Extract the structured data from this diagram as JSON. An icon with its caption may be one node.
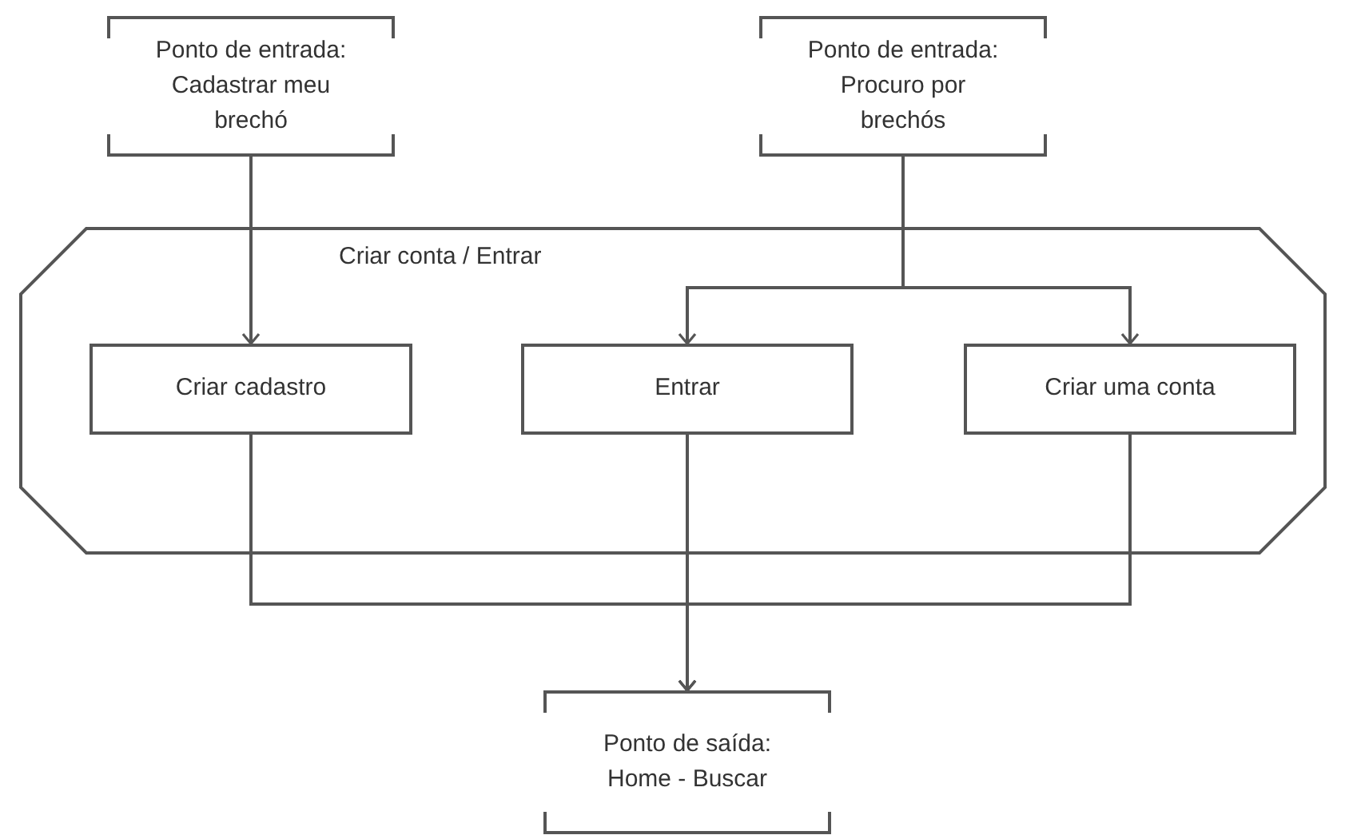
{
  "diagram": {
    "nodes": [
      {
        "text": [
          "Ponto de entrada: Cadastrar meu brechó"
        ]
      },
      {
        "text": [
          "Ponto de entrada: Procuro por brechós"
        ]
      },
      {
        "text": [
          "Criar conta / Entrar"
        ]
      },
      {
        "text": [
          "Criar cadastro"
        ],
        "in": 2
      },
      {
        "text": [
          "Entrar"
        ],
        "in": 2
      },
      {
        "text": [
          "Criar uma conta"
        ],
        "in": 2
      },
      {
        "text": [
          "Ponto de saída: Home - Buscar"
        ]
      }
    ],
    "edges": [
      {
        "from": 0,
        "to": 3,
        "arrow": "to"
      },
      {
        "from": 1,
        "to": 4,
        "arrow": "to"
      },
      {
        "from": 1,
        "to": 5,
        "arrow": "to"
      },
      {
        "from": 3,
        "to": 6,
        "arrow": "to"
      },
      {
        "from": 4,
        "to": 6,
        "arrow": "to"
      },
      {
        "from": 5,
        "to": 6,
        "arrow": "to"
      }
    ]
  }
}
